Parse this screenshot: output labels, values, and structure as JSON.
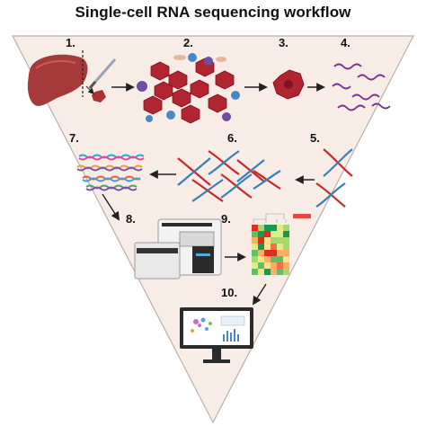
{
  "title": "Single-cell RNA sequencing workflow",
  "steps": [
    {
      "number": "1.",
      "icon": "liver-dissection-icon"
    },
    {
      "number": "2.",
      "icon": "tissue-dissociation-icon"
    },
    {
      "number": "3.",
      "icon": "single-cell-icon"
    },
    {
      "number": "4.",
      "icon": "rna-strands-icon"
    },
    {
      "number": "5.",
      "icon": "cdna-icon"
    },
    {
      "number": "6.",
      "icon": "amplified-dna-icon"
    },
    {
      "number": "7.",
      "icon": "library-strands-icon"
    },
    {
      "number": "8.",
      "icon": "sequencer-icon"
    },
    {
      "number": "9.",
      "icon": "heatmap-icon"
    },
    {
      "number": "10.",
      "icon": "computer-analysis-icon"
    }
  ],
  "colors": {
    "background_triangle": "#f7ece6",
    "triangle_border": "#b9b0aa",
    "liver": "#a63a3a",
    "cell_red": "#b0252f",
    "rna_purple": "#7a2f8f",
    "dna_red": "#c62b2b",
    "dna_blue": "#3a7fb5",
    "arrow": "#222222"
  }
}
